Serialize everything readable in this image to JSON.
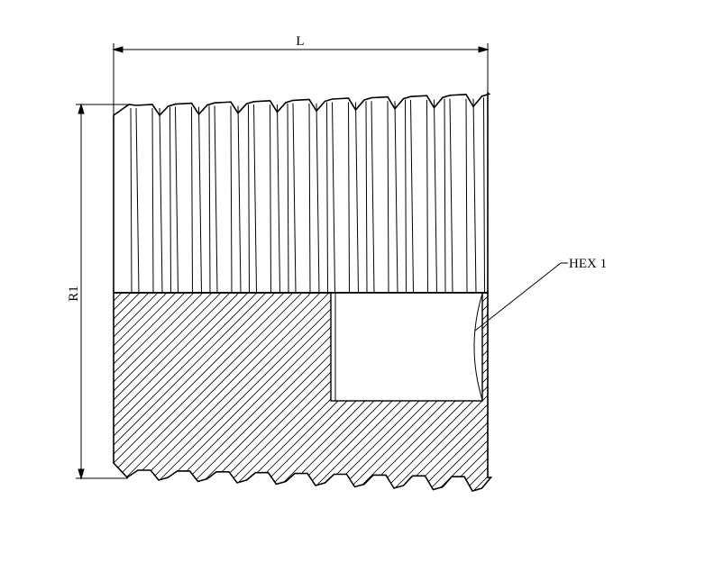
{
  "drawing": {
    "dimension_length_label": "L",
    "dimension_thread_label": "R1",
    "callout_hex_label": "HEX 1"
  },
  "colors": {
    "line": "#000000",
    "background": "#ffffff"
  }
}
